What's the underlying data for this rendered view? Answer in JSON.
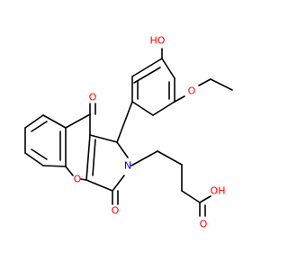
{
  "colors": {
    "bond": "#000000",
    "oxygen": "#ff0000",
    "nitrogen": "#0000ff",
    "background": "#ffffff"
  },
  "labels": {
    "ho_phenol": "HO",
    "o_ethoxy": "O",
    "o_carbonyl_top": "O",
    "o_carbonyl_bottom": "O",
    "o_pyran": "O",
    "n_pyrrole": "N",
    "o_acid_carbonyl": "O",
    "oh_acid": "OH"
  }
}
